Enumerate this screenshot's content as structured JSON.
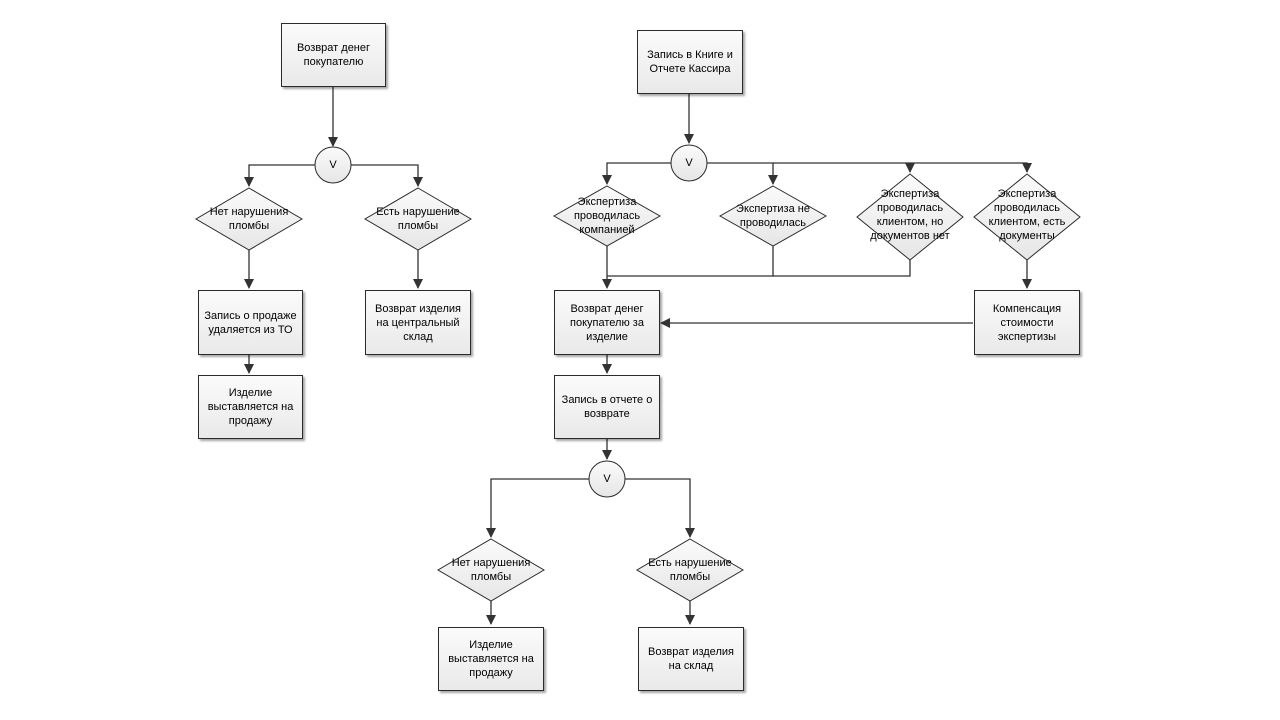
{
  "flowchart": {
    "left": {
      "start": "Возврат денег\nпокупателю",
      "gate": "V",
      "d_no_violation": "Нет нарушения\nпломбы",
      "d_violation": "Есть нарушение\nпломбы",
      "sale_removed": "Запись о продаже\nудаляется из ТО",
      "return_central": "Возврат изделия\nна центральный\nсклад",
      "for_sale": "Изделие\nвыставляется на\nпродажу"
    },
    "right": {
      "start": "Запись в Книге и\nОтчете Кассира",
      "gate": "V",
      "d_company": "Экспертиза\nпроводилась\nкомпанией",
      "d_not_done": "Экспертиза не\nпроводилась",
      "d_client_no_docs": "Экспертиза\nпроводилась\nклиентом, но\nдокументов нет",
      "d_client_docs": "Экспертиза\nпроводилась\nклиентом, есть\nдокументы",
      "refund": "Возврат денег\nпокупателю за\nизделие",
      "compensation": "Компенсация\nстоимости\nэкспертизы",
      "return_record": "Запись в отчете о\nвозврате",
      "gate2": "V",
      "d_no_violation": "Нет нарушения\nпломбы",
      "d_violation": "Есть нарушение\nпломбы",
      "for_sale": "Изделие\nвыставляется на\nпродажу",
      "return_stock": "Возврат изделия\nна склад"
    }
  }
}
